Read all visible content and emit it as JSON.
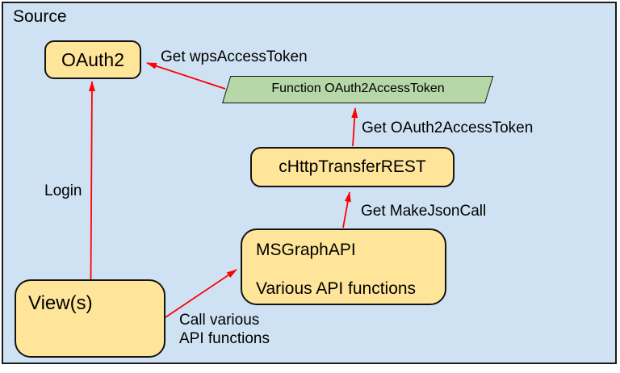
{
  "diagram": {
    "title": "Source",
    "nodes": {
      "oauth2": {
        "label": "OAuth2"
      },
      "function_token": {
        "label": "Function OAuth2AccessToken"
      },
      "chttp_transfer_rest": {
        "label": "cHttpTransferREST"
      },
      "msgraph_api": {
        "label": "MSGraphAPI",
        "sublabel": "Various API functions"
      },
      "views": {
        "label": "View(s)"
      }
    },
    "edges": {
      "get_wps_access_token": {
        "label": "Get wpsAccessToken"
      },
      "get_oauth2_access_token": {
        "label": "Get OAuth2AccessToken"
      },
      "get_make_json_call": {
        "label": "Get MakeJsonCall"
      },
      "login": {
        "label": "Login"
      },
      "call_various_api_functions": {
        "line1": "Call various",
        "line2": "API functions"
      }
    },
    "colors": {
      "background": "#cfe2f3",
      "node_fill": "#ffe599",
      "function_fill": "#b6d7a8",
      "shape_border": "#141414",
      "arrow": "#ff0000",
      "text": "#000000"
    }
  }
}
